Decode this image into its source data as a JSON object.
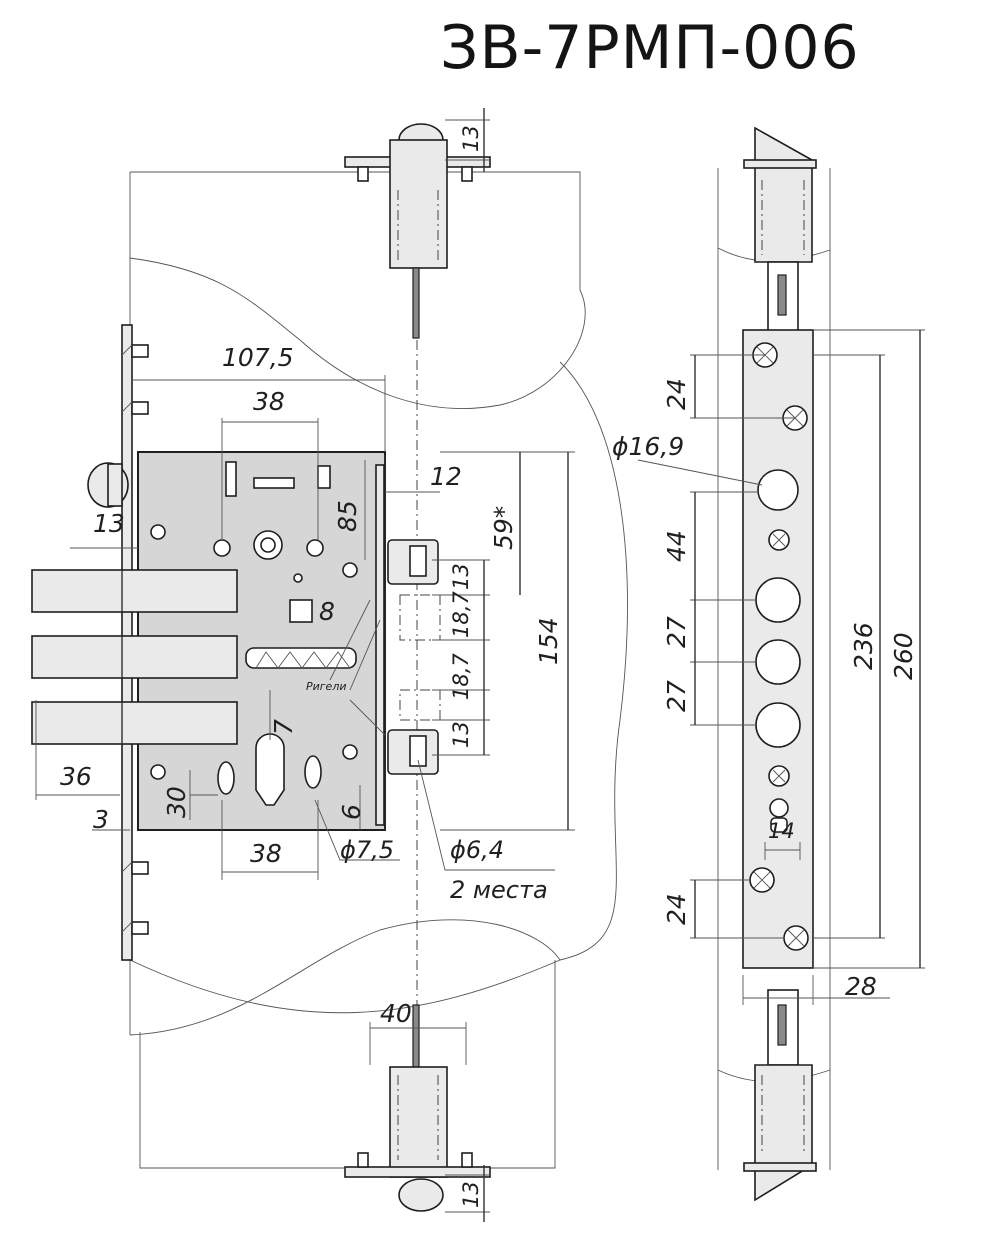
{
  "title": "ЗВ-7РМП-006",
  "front_view": {
    "dimensions": {
      "d_107_5": "107,5",
      "d_38_top": "38",
      "d_13_handle": "13",
      "d_85": "85",
      "d_8": "8",
      "d_12": "12",
      "d_59": "59*",
      "d_13_a": "13",
      "d_18_7_a": "18,7",
      "d_18_7_b": "18,7",
      "d_13_b": "13",
      "d_154": "154",
      "d_7": "7",
      "d_36": "36",
      "d_30": "30",
      "d_3": "3",
      "d_6": "6",
      "d_38_bottom": "38",
      "d_phi_7_5": "ϕ7,5",
      "d_phi_6_4": "ϕ6,4",
      "d_13_top_rod": "13",
      "d_40": "40",
      "d_13_bottom_rod": "13"
    },
    "notes": {
      "bolts": "Ригели",
      "two_places": "2 места"
    }
  },
  "side_view": {
    "dimensions": {
      "d_24_top": "24",
      "d_phi_16_9": "ϕ16,9",
      "d_44": "44",
      "d_27_a": "27",
      "d_27_b": "27",
      "d_236": "236",
      "d_260": "260",
      "d_14": "14",
      "d_24_bottom": "24",
      "d_28": "28"
    }
  }
}
